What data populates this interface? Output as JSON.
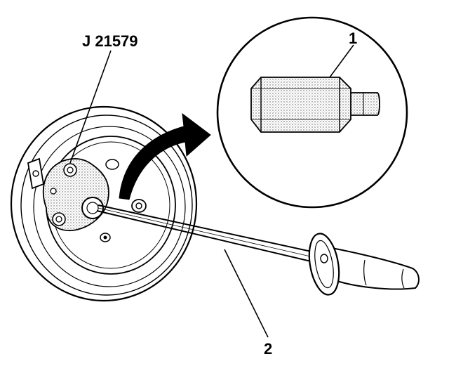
{
  "callouts": {
    "tool_label": "J 21579",
    "item_1": "1",
    "item_2": "2"
  },
  "colors": {
    "ink": "#000000",
    "paper": "#ffffff",
    "stipple": "#c8c8c8"
  }
}
